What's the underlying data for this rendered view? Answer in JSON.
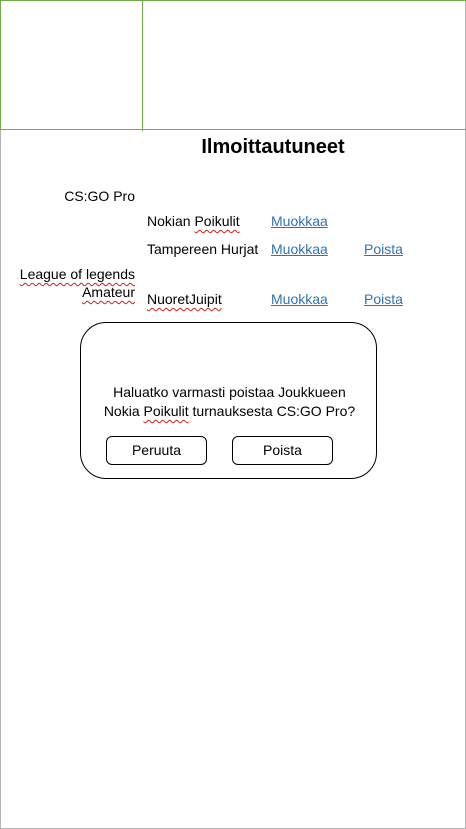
{
  "page": {
    "title": "Ilmoittautuneet"
  },
  "tournaments": [
    {
      "name": "CS:GO Pro",
      "teams": [
        {
          "name_part1": "Nokian ",
          "name_part2": "Poikulit",
          "edit_label": "Muokkaa",
          "delete_label": ""
        },
        {
          "name_part1": "Tampereen Hurjat",
          "name_part2": "",
          "edit_label": "Muokkaa",
          "delete_label": "Poista"
        }
      ]
    },
    {
      "name_line1": "League of legends",
      "name_line2": "Amateur",
      "teams": [
        {
          "name": "NuoretJuipit",
          "edit_label": "Muokkaa",
          "delete_label": "Poista"
        }
      ]
    }
  ],
  "dialog": {
    "line1": "Haluatko varmasti poistaa Joukkueen",
    "line2_part1": "Nokia ",
    "line2_part2": "Poikulit",
    "line2_part3": " turnauksesta CS:GO Pro?",
    "cancel_label": "Peruuta",
    "confirm_label": "Poista"
  },
  "colors": {
    "link": "#2e74b5",
    "header_border": "#70ad47",
    "spellcheck": "#d02020"
  }
}
